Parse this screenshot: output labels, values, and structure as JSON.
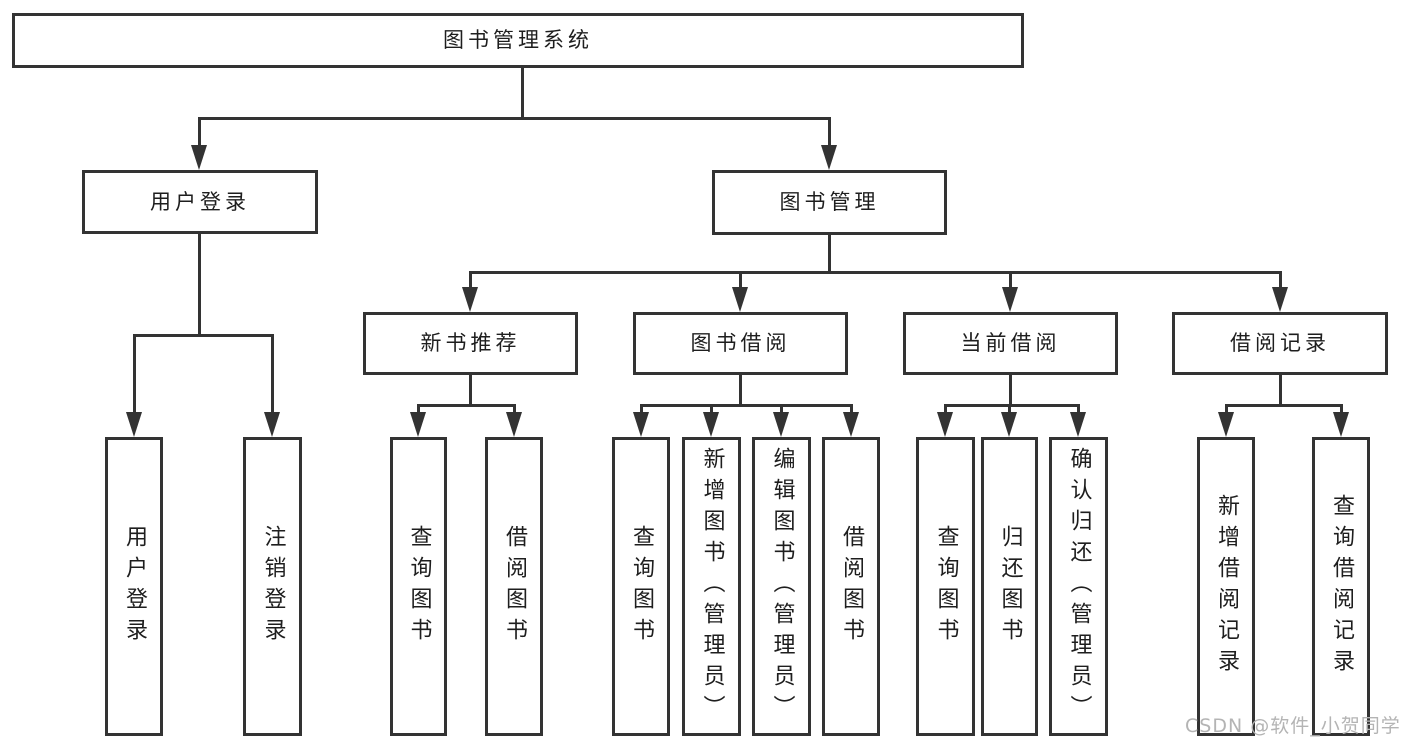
{
  "diagram": {
    "title_note": "library management system functional structure diagram",
    "root": {
      "label": "图书管理系统"
    },
    "level2": [
      {
        "label": "用户登录"
      },
      {
        "label": "图书管理"
      }
    ],
    "level3": [
      {
        "label": "新书推荐"
      },
      {
        "label": "图书借阅"
      },
      {
        "label": "当前借阅"
      },
      {
        "label": "借阅记录"
      }
    ],
    "leaves": {
      "user_login": [
        "用户登录",
        "注销登录"
      ],
      "new_books": [
        "查询图书",
        "借阅图书"
      ],
      "book_borrow": [
        "查询图书",
        "新增图书（管理员）",
        "编辑图书（管理员）",
        "借阅图书"
      ],
      "current_borrow": [
        "查询图书",
        "归还图书",
        "确认归还（管理员）"
      ],
      "borrow_records": [
        "新增借阅记录",
        "查询借阅记录"
      ]
    },
    "colors": {
      "line": "#333333",
      "text": "#1e1e1e",
      "watermark": "#b4b4b4",
      "background": "#ffffff"
    }
  },
  "watermark": {
    "text": "CSDN @软件_小贺同学"
  }
}
